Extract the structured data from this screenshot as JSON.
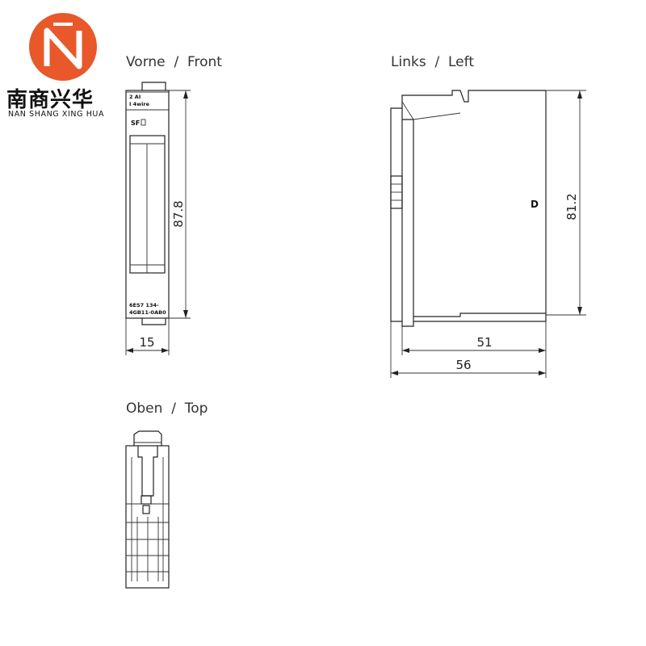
{
  "brand": {
    "name_cn": "南商兴华",
    "name_en": "NAN SHANG XING HUA",
    "color": "#e8582a",
    "icon": "nsxh-logo-icon"
  },
  "views": {
    "front": {
      "label": "Vorne  /  Front"
    },
    "left": {
      "label": "Links  /  Left"
    },
    "top": {
      "label": "Oben  /  Top"
    }
  },
  "front_panel": {
    "line1": "2 AI",
    "line2": "I 4wire",
    "status_led": "SF",
    "part_line1": "6ES7 134-",
    "part_line2": "4GB11-0AB0"
  },
  "side_panel": {
    "marker": "D"
  },
  "dimensions": {
    "front_height": "87.8",
    "front_width": "15",
    "side_height": "81.2",
    "side_depth_inner": "51",
    "side_depth_outer": "56"
  }
}
